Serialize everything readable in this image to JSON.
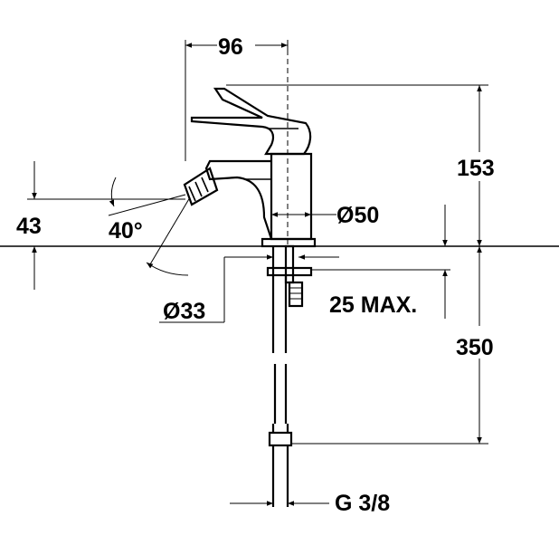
{
  "dimensions": {
    "width_top": "96",
    "height_top": "153",
    "spout_height": "43",
    "spout_angle": "40°",
    "body_diameter": "Ø50",
    "hole_diameter": "Ø33",
    "deck_thickness": "25 MAX.",
    "hose_length": "350",
    "connection": "G 3/8"
  },
  "colors": {
    "line": "#000000",
    "background": "#ffffff"
  }
}
